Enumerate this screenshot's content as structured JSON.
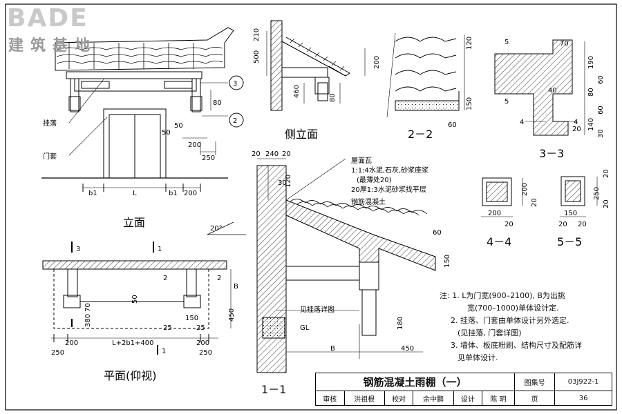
{
  "logo": {
    "brand": "BADE",
    "subtitle": "建筑基地"
  },
  "views": {
    "elevation": "立面",
    "side_elevation": "侧立面",
    "plan": "平面(仰视)",
    "section_1_1": "1－1",
    "section_2_2": "2－2",
    "section_3_3": "3－3",
    "section_4_4": "4－4",
    "section_5_5": "5－5"
  },
  "labels": {
    "hanging_fascia": "挂落",
    "door_frame": "门套",
    "see_detail": "见挂落详图",
    "gl": "GL",
    "angle": "20°"
  },
  "layers": [
    "屋面瓦",
    "1:1:4水泥,石灰,砂浆座浆",
    "(最薄处20)",
    "20厚1:3水泥砂浆找平层",
    "钢筋混凝土"
  ],
  "callouts": [
    "3",
    "2",
    "1",
    "2"
  ],
  "dims": {
    "elev": [
      "50",
      "80",
      "50",
      "200",
      "250",
      "b1",
      "L",
      "b1",
      "200"
    ],
    "side": [
      "210",
      "500",
      "460",
      "80"
    ],
    "s22": [
      "120",
      "200",
      "150",
      "60"
    ],
    "s33": [
      "5",
      "5",
      "70",
      "190",
      "60",
      "40",
      "80",
      "60",
      "140",
      "30",
      "4",
      "4",
      "20"
    ],
    "plan": [
      "3",
      "1",
      "2",
      "2",
      "B",
      "50",
      "70",
      "380",
      "450",
      "150",
      "25",
      "25",
      "200",
      "L+2b1+400",
      "200",
      "250",
      "250",
      "1"
    ],
    "s11": [
      "20",
      "240",
      "20",
      "30",
      "120",
      "60",
      "150",
      "180",
      "B",
      "450"
    ],
    "s44": [
      "200",
      "20",
      "200",
      "20"
    ],
    "s55": [
      "150",
      "20",
      "20",
      "250",
      "20",
      "20"
    ]
  },
  "notes": [
    "注: 1. L为门宽(900–2100), B为出挑",
    "宽(700–1000)单体设计定.",
    "2. 挂落、门套由单体设计另外选定.",
    "(见挂落, 门套详图)",
    "3. 墙体、板底粉刷、结构尺寸及配筋详",
    "见单体设计."
  ],
  "title_block": {
    "title": "钢筋混凝土雨棚（一）",
    "atlas_label": "图集号",
    "atlas_no": "03J922-1",
    "review_label": "审核",
    "reviewer": "洪祖根",
    "check_label": "校对",
    "checker": "余中鹏",
    "design_label": "设计",
    "designer": "陈 玥",
    "page_label": "页",
    "page_no": "36"
  }
}
